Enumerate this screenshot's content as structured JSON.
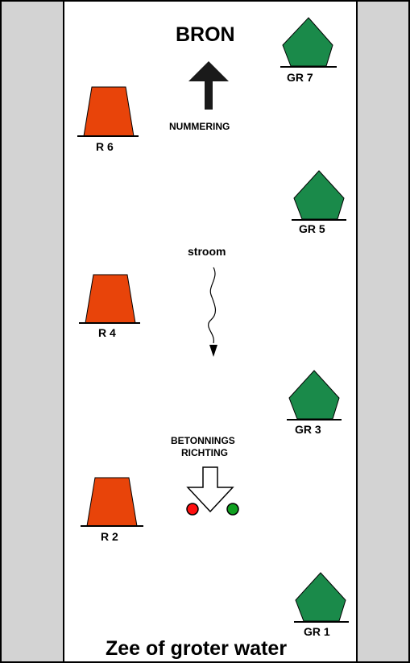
{
  "title": "BRON",
  "footer": "Zee of groter water",
  "numbering_label": "NUMMERING",
  "current_label": "stroom",
  "buoyage_direction_label": [
    "BETONNINGS",
    "RICHTING"
  ],
  "colors": {
    "bank": "#d3d3d3",
    "red_buoy": "#e8440a",
    "green_buoy": "#1a8a4a",
    "red_light": "#ff1010",
    "green_light": "#10a020",
    "ink": "#000000"
  },
  "buoys": {
    "red": [
      "R 6",
      "R 4",
      "R 2"
    ],
    "green": [
      "GR 7",
      "GR 5",
      "GR 3",
      "GR 1"
    ]
  }
}
